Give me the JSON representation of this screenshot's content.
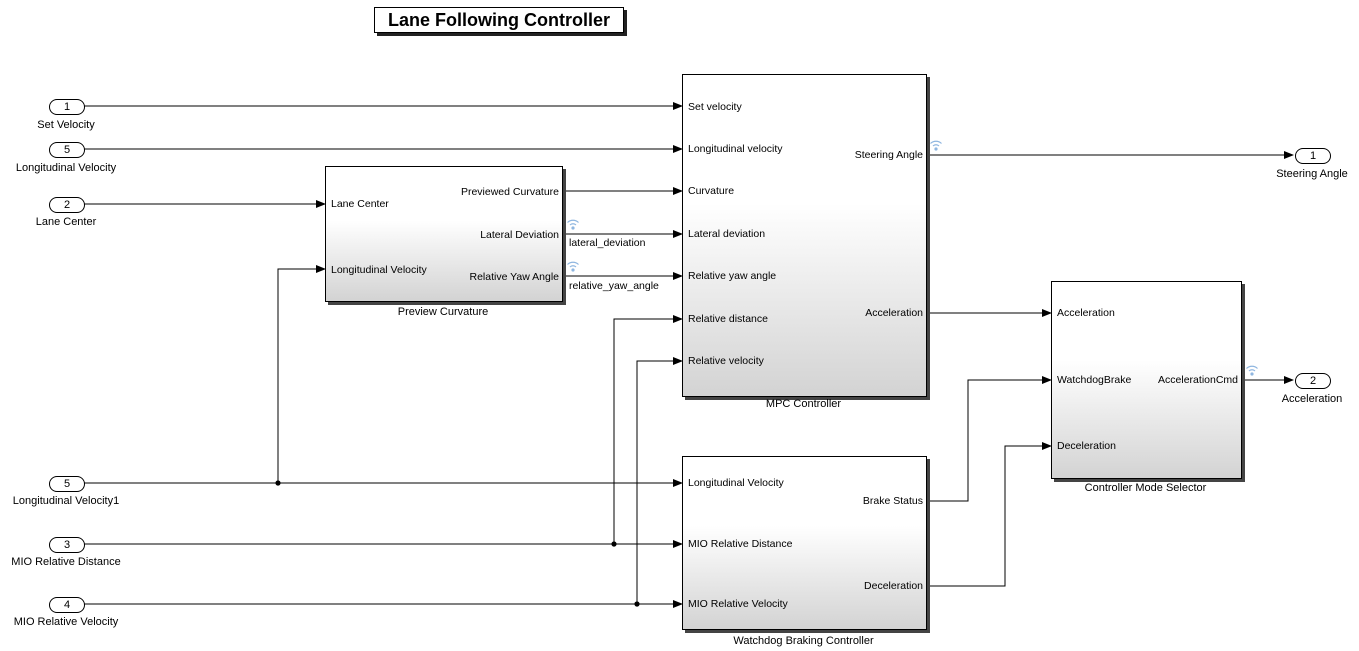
{
  "title": "Lane Following Controller",
  "inports": [
    {
      "num": "1",
      "label": "Set Velocity"
    },
    {
      "num": "5",
      "label": "Longitudinal Velocity"
    },
    {
      "num": "2",
      "label": "Lane Center"
    },
    {
      "num": "5",
      "label": "Longitudinal Velocity1"
    },
    {
      "num": "3",
      "label": "MIO Relative Distance"
    },
    {
      "num": "4",
      "label": "MIO Relative Velocity"
    }
  ],
  "outports": [
    {
      "num": "1",
      "label": "Steering Angle"
    },
    {
      "num": "2",
      "label": "Acceleration"
    }
  ],
  "blocks": {
    "preview": {
      "name": "Preview Curvature",
      "inputs": [
        "Lane Center",
        "Longitudinal Velocity"
      ],
      "outputs": [
        "Previewed Curvature",
        "Lateral Deviation",
        "Relative Yaw Angle"
      ]
    },
    "mpc": {
      "name": "MPC Controller",
      "inputs": [
        "Set velocity",
        "Longitudinal velocity",
        "Curvature",
        "Lateral deviation",
        "Relative yaw angle",
        "Relative distance",
        "Relative velocity"
      ],
      "outputs": [
        "Steering Angle",
        "Acceleration"
      ]
    },
    "watchdog": {
      "name": "Watchdog Braking Controller",
      "inputs": [
        "Longitudinal Velocity",
        "MIO Relative Distance",
        "MIO Relative Velocity"
      ],
      "outputs": [
        "Brake Status",
        "Deceleration"
      ]
    },
    "selector": {
      "name": "Controller Mode Selector",
      "inputs": [
        "Acceleration",
        "WatchdogBrake",
        "Deceleration"
      ],
      "outputs": [
        "AccelerationCmd"
      ]
    }
  },
  "signals": {
    "lateral": "lateral_deviation",
    "yaw": "relative_yaw_angle"
  },
  "colors": {
    "line": "#000000",
    "logging_icon": "#8fb6e0",
    "block_gradient_bottom": "#d3d3d3"
  }
}
